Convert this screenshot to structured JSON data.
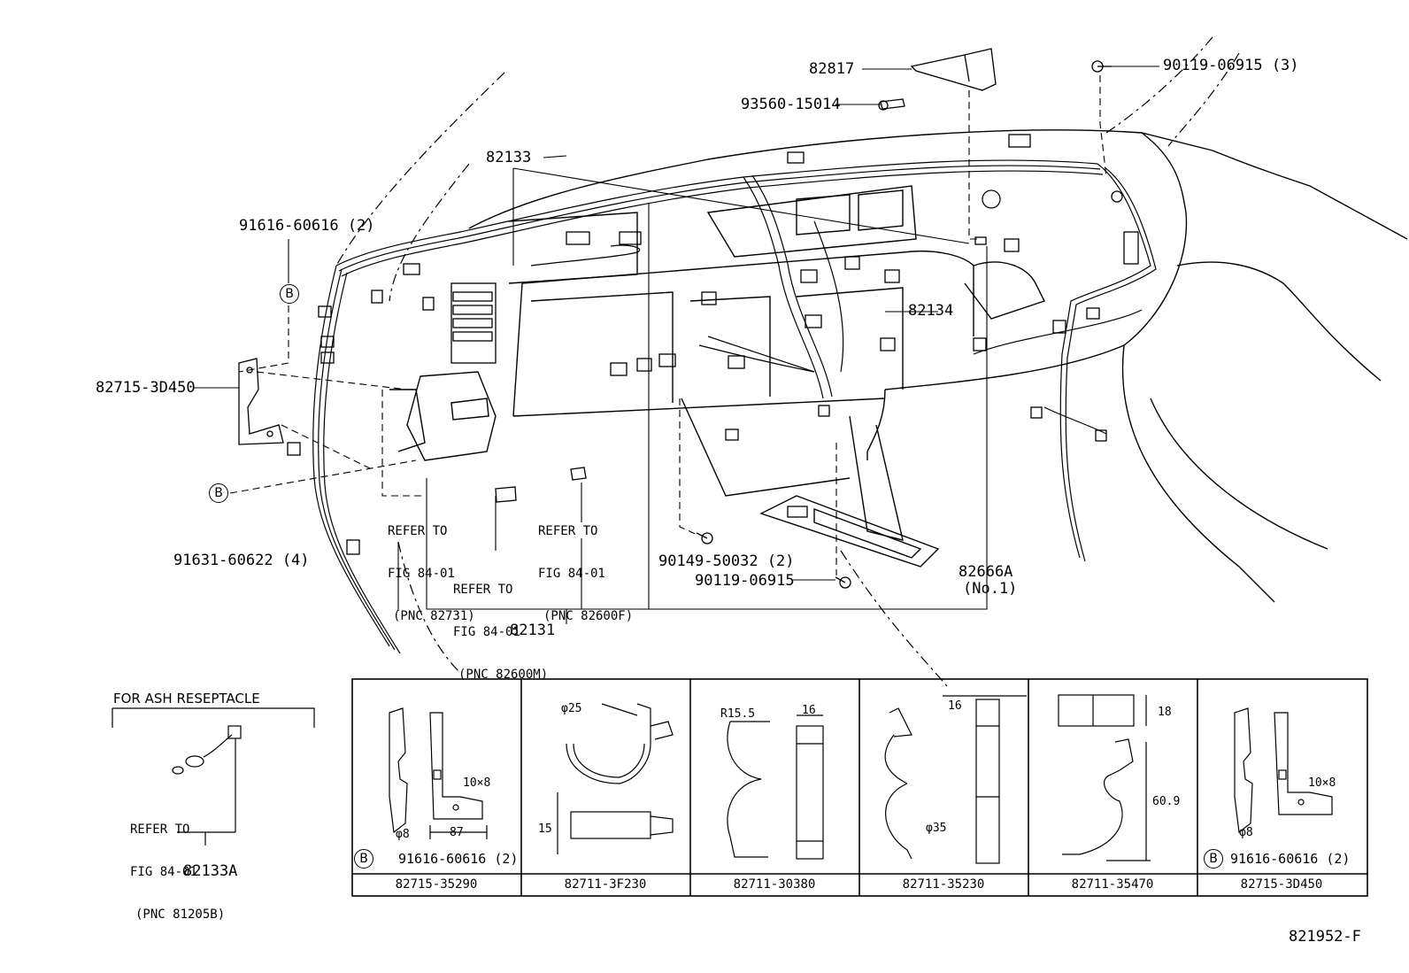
{
  "parts": {
    "p82817": "82817",
    "p93560": "93560-15014",
    "p90119_top": "90119-06915 (3)",
    "p82133": "82133",
    "p91616_top": "91616-60616 (2)",
    "p82134": "82134",
    "p82715_left": "82715-3D450",
    "p91631": "91631-60622 (4)",
    "p90149": "90149-50032 (2)",
    "p90119_bottom": "90119-06915",
    "p82666a": "82666A",
    "p82666a_no": "(No.1)",
    "p82131": "82131",
    "p82133a": "82133A",
    "figure_code": "821952-F"
  },
  "circle_b": "B",
  "refs": {
    "r1": [
      "REFER TO",
      "FIG 84-01",
      "(PNC 82731)"
    ],
    "r2": [
      "REFER TO",
      "FIG 84-01",
      "(PNC 82600M)"
    ],
    "r3": [
      "REFER TO",
      "FIG 84-01",
      "(PNC 82600F)"
    ],
    "r4": [
      "REFER TO",
      "FIG 84-01",
      "(PNC 81205B)"
    ]
  },
  "ash_title": "FOR ASH RESEPTACLE",
  "table": {
    "panels": [
      {
        "caption": "82715-35290",
        "part": "91616-60616 (2)",
        "dims": [
          "10×8",
          "φ8",
          "87"
        ]
      },
      {
        "caption": "82711-3F230",
        "dims": [
          "φ25",
          "15"
        ]
      },
      {
        "caption": "82711-30380",
        "dims": [
          "R15.5",
          "16"
        ]
      },
      {
        "caption": "82711-35230",
        "dims": [
          "16",
          "φ35"
        ]
      },
      {
        "caption": "82711-35470",
        "dims": [
          "18",
          "60.9"
        ]
      },
      {
        "caption": "82715-3D450",
        "part": "91616-60616 (2)",
        "dims": [
          "10×8",
          "φ8"
        ]
      }
    ]
  }
}
